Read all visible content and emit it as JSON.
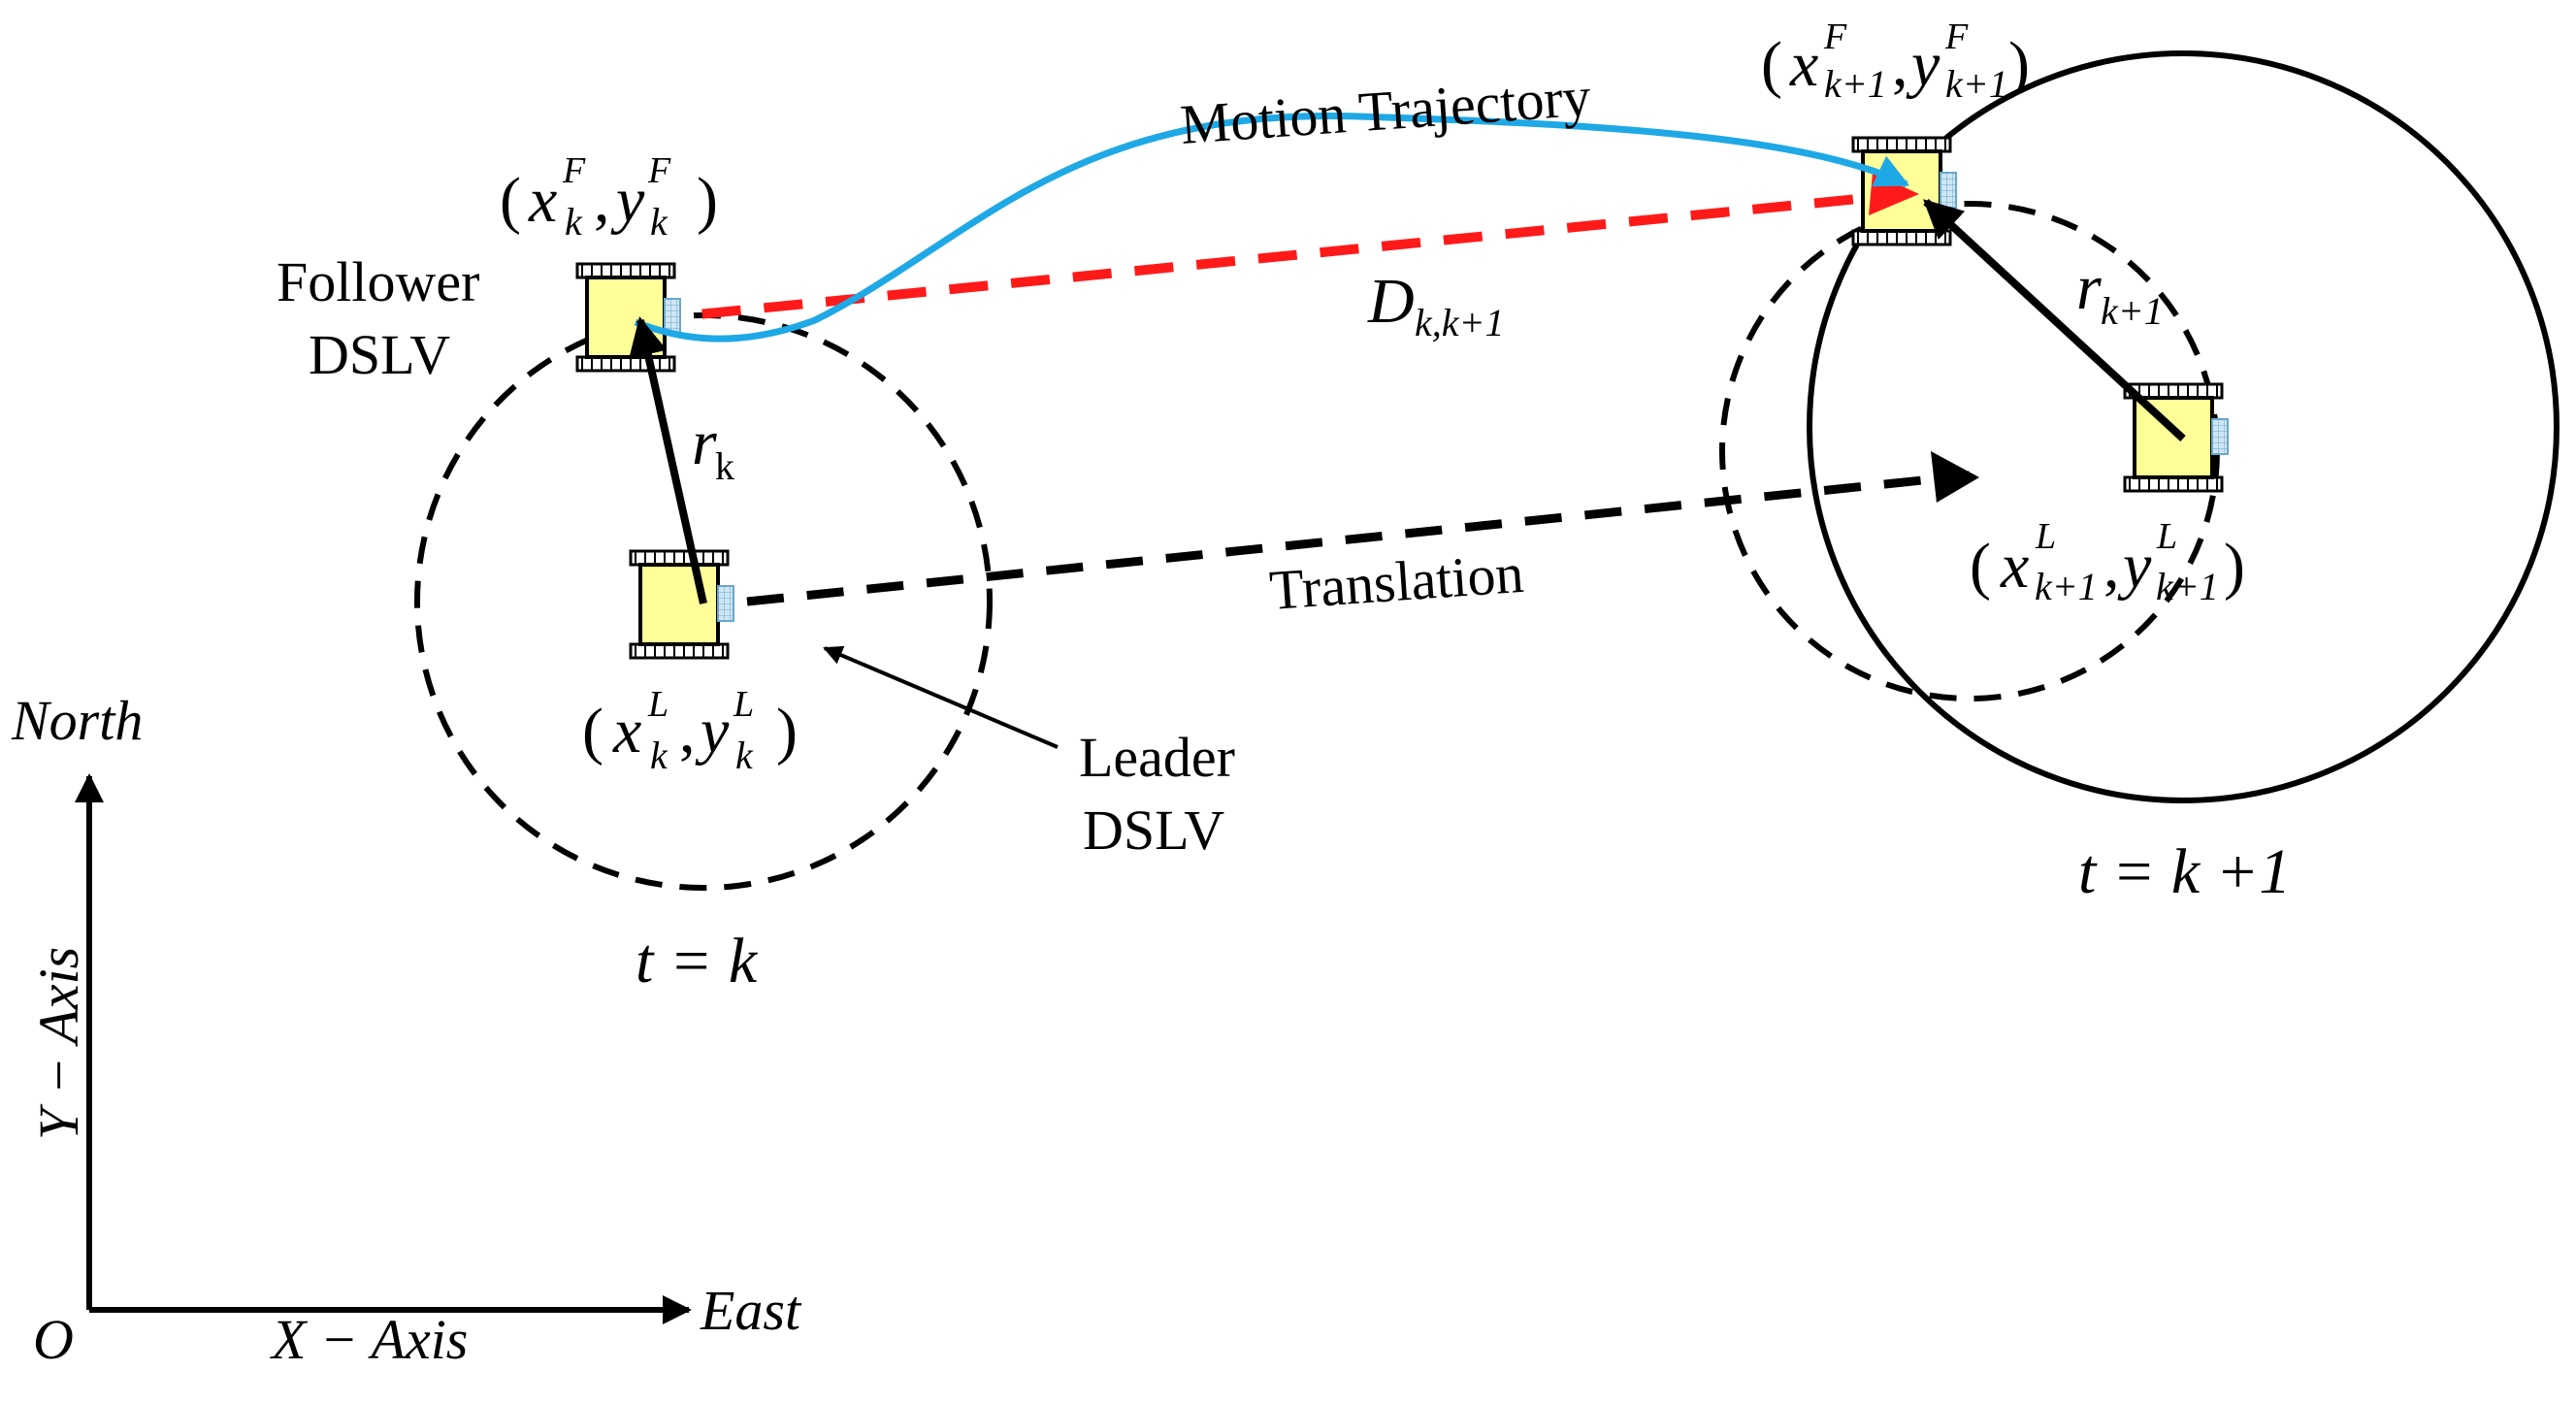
{
  "colors": {
    "trajectory": "#1fa8e6",
    "distance": "#ff1a1a",
    "vehicle_body": "#ffff99",
    "sensor": "#9ccbe6",
    "ink": "#000000"
  },
  "axes": {
    "origin": "O",
    "north": "North",
    "east": "East",
    "y_axis": "Y − Axis",
    "x_axis": "X − Axis"
  },
  "labels": {
    "follower_line1": "Follower",
    "follower_line2": "DSLV",
    "leader_line1": "Leader",
    "leader_line2": "DSLV",
    "motion_trajectory": "Motion Trajectory",
    "translation": "Translation",
    "time_k": "t = k",
    "time_k1": "t = k +1"
  },
  "math": {
    "xk_F": {
      "base": "x",
      "sup": "F",
      "sub": "k"
    },
    "yk_F": {
      "base": "y",
      "sup": "F",
      "sub": "k"
    },
    "xk_L": {
      "base": "x",
      "sup": "L",
      "sub": "k"
    },
    "yk_L": {
      "base": "y",
      "sup": "L",
      "sub": "k"
    },
    "xk1_F": {
      "base": "x",
      "sup": "F",
      "sub": "k+1"
    },
    "yk1_F": {
      "base": "y",
      "sup": "F",
      "sub": "k+1"
    },
    "xk1_L": {
      "base": "x",
      "sup": "L",
      "sub": "k+1"
    },
    "yk1_L": {
      "base": "y",
      "sup": "L",
      "sub": "k+1"
    },
    "r_k": {
      "base": "r",
      "sub": "k"
    },
    "r_k1": {
      "base": "r",
      "sub": "k+1"
    },
    "D": {
      "base": "D",
      "sub": "k,k+1"
    },
    "paren_open": "(",
    "paren_close": ")",
    "comma": ","
  }
}
